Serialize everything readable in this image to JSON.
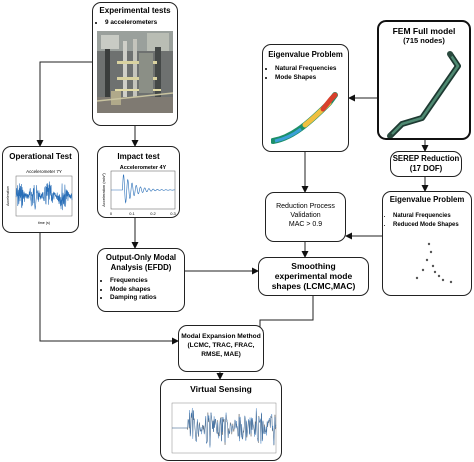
{
  "experimental": {
    "title": "Experimental tests",
    "bullets": [
      "9 accelerometers"
    ]
  },
  "fem": {
    "title_line1": "FEM Full model",
    "title_line2": "(715 nodes)"
  },
  "eigen_full": {
    "title": "Eigenvalue Problem",
    "bullets": [
      "Natural Frequencies",
      "Mode Shapes"
    ]
  },
  "operational": {
    "title": "Operational Test",
    "plot_title": "Accelerometer 7Y",
    "ylabel": "Acceleration",
    "xlabel": "time (s)"
  },
  "impact": {
    "title": "Impact test",
    "plot_title": "Accelerometer 4Y",
    "ylabel": "Acceleration (m/s²)",
    "xticks": [
      "0",
      "0.1",
      "0.2",
      "0.3"
    ]
  },
  "serep": {
    "title_line1": "SEREP Reduction",
    "title_line2": "(17 DOF)"
  },
  "eigen_reduced": {
    "title": "Eigenvalue Problem",
    "bullets": [
      "Natural Frequencies",
      "Reduced Mode Shapes"
    ]
  },
  "validation": {
    "line1": "Reduction Process",
    "line2": "Validation",
    "line3": "MAC > 0.9"
  },
  "oma": {
    "title_line1": "Output-Only Modal",
    "title_line2": "Analysis (EFDD)",
    "bullets": [
      "Frequencies",
      "Mode shapes",
      "Damping ratios"
    ]
  },
  "smoothing": {
    "title_line1": "Smoothing",
    "title_line2": "experimental mode",
    "title_line3": "shapes (LCMC,MAC)"
  },
  "expansion": {
    "title_line1": "Modal Expansion Method",
    "title_line2": "(LCMC, TRAC, FRAC,",
    "title_line3": "RMSE, MAE)"
  },
  "virtual": {
    "title": "Virtual Sensing"
  }
}
